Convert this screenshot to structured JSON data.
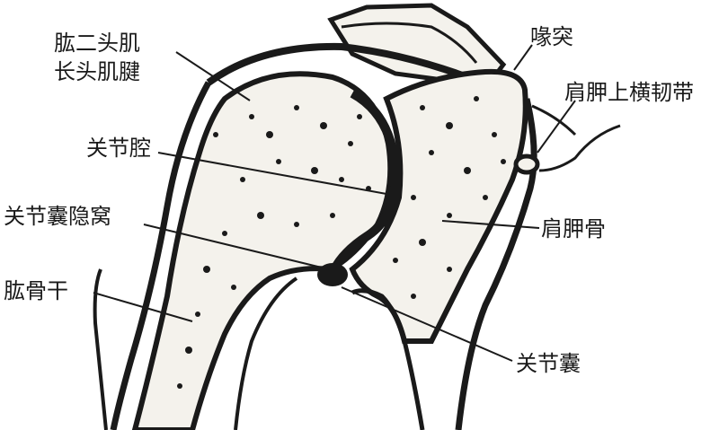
{
  "labels": {
    "biceps_tendon_line1": "肱二头肌",
    "biceps_tendon_line2": "长头肌腱",
    "coracoid": "喙突",
    "transverse_scapular_ligament": "肩胛上横韧带",
    "joint_cavity": "关节腔",
    "axillary_recess": "关节囊隐窝",
    "scapula": "肩胛骨",
    "humerus_shaft": "肱骨干",
    "joint_capsule": "关节囊"
  },
  "colors": {
    "ink": "#1a1a1a",
    "bone_fill": "#f4f2ec",
    "background": "#ffffff"
  }
}
